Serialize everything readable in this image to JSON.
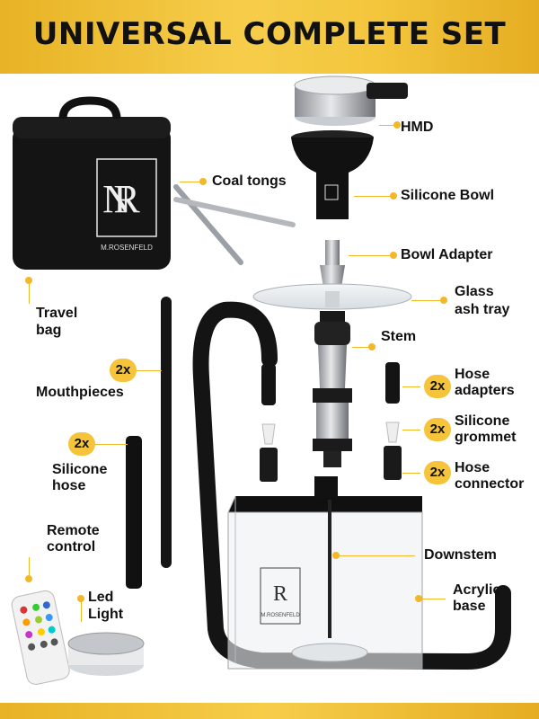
{
  "banner": {
    "title": "UNIVERSAL COMPLETE SET"
  },
  "brand": {
    "logo_text": "M.ROSENFELD"
  },
  "labels": {
    "hmd": "HMD",
    "coal_tongs": "Coal tongs",
    "silicone_bowl": "Silicone Bowl",
    "bowl_adapter": "Bowl Adapter",
    "glass_ash_tray_1": "Glass",
    "glass_ash_tray_2": "ash tray",
    "travel_bag_1": "Travel",
    "travel_bag_2": "bag",
    "stem": "Stem",
    "mouthpieces": "Mouthpieces",
    "hose_adapters_1": "Hose",
    "hose_adapters_2": "adapters",
    "silicone_grommet_1": "Silicone",
    "silicone_grommet_2": "grommet",
    "silicone_hose_1": "Silicone",
    "silicone_hose_2": "hose",
    "hose_connector_1": "Hose",
    "hose_connector_2": "connector",
    "remote_control_1": "Remote",
    "remote_control_2": "control",
    "downstem": "Downstem",
    "acrylic_base_1": "Acrylic",
    "acrylic_base_2": "base",
    "led_light_1": "Led",
    "led_light_2": "Light"
  },
  "badges": {
    "mouthpieces": "2x",
    "silicone_hose": "2x",
    "hose_adapters": "2x",
    "silicone_grommet": "2x",
    "hose_connector": "2x"
  },
  "colors": {
    "accent": "#f3b72a",
    "banner": "#f5c43a",
    "product": "#111111"
  }
}
